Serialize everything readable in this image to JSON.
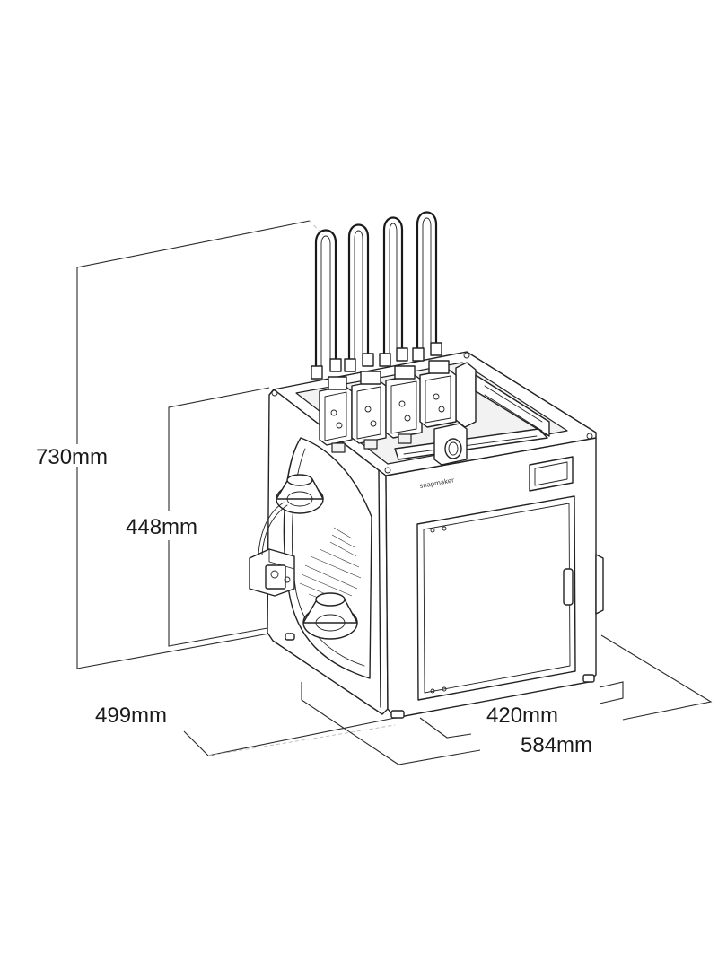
{
  "dimensions": {
    "height_total": "730mm",
    "height_body": "448mm",
    "width_side": "499mm",
    "width_front": "420mm",
    "depth_total": "584mm"
  },
  "brand": {
    "logo_text": "snapmaker"
  },
  "colors": {
    "line": "#222222",
    "background": "#ffffff"
  }
}
